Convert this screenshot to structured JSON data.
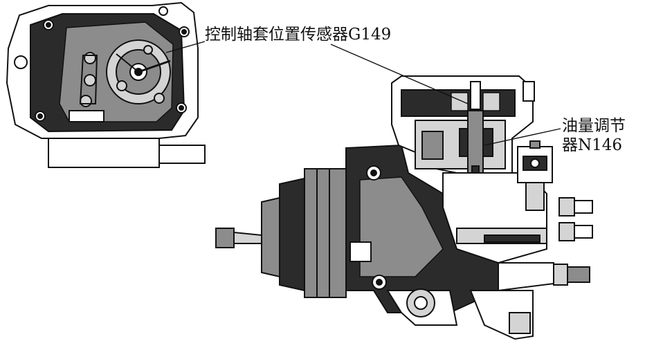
{
  "labels": {
    "sensor_g149": "控制轴套位置传感器G149",
    "regulator_line1": "油量调节",
    "regulator_line2": "器N146"
  },
  "colors": {
    "ink": "#111111",
    "dark_housing": "#2b2b2b",
    "mid_gray": "#8c8c8c",
    "light_gray": "#d4d4d4",
    "background": "#ffffff"
  }
}
